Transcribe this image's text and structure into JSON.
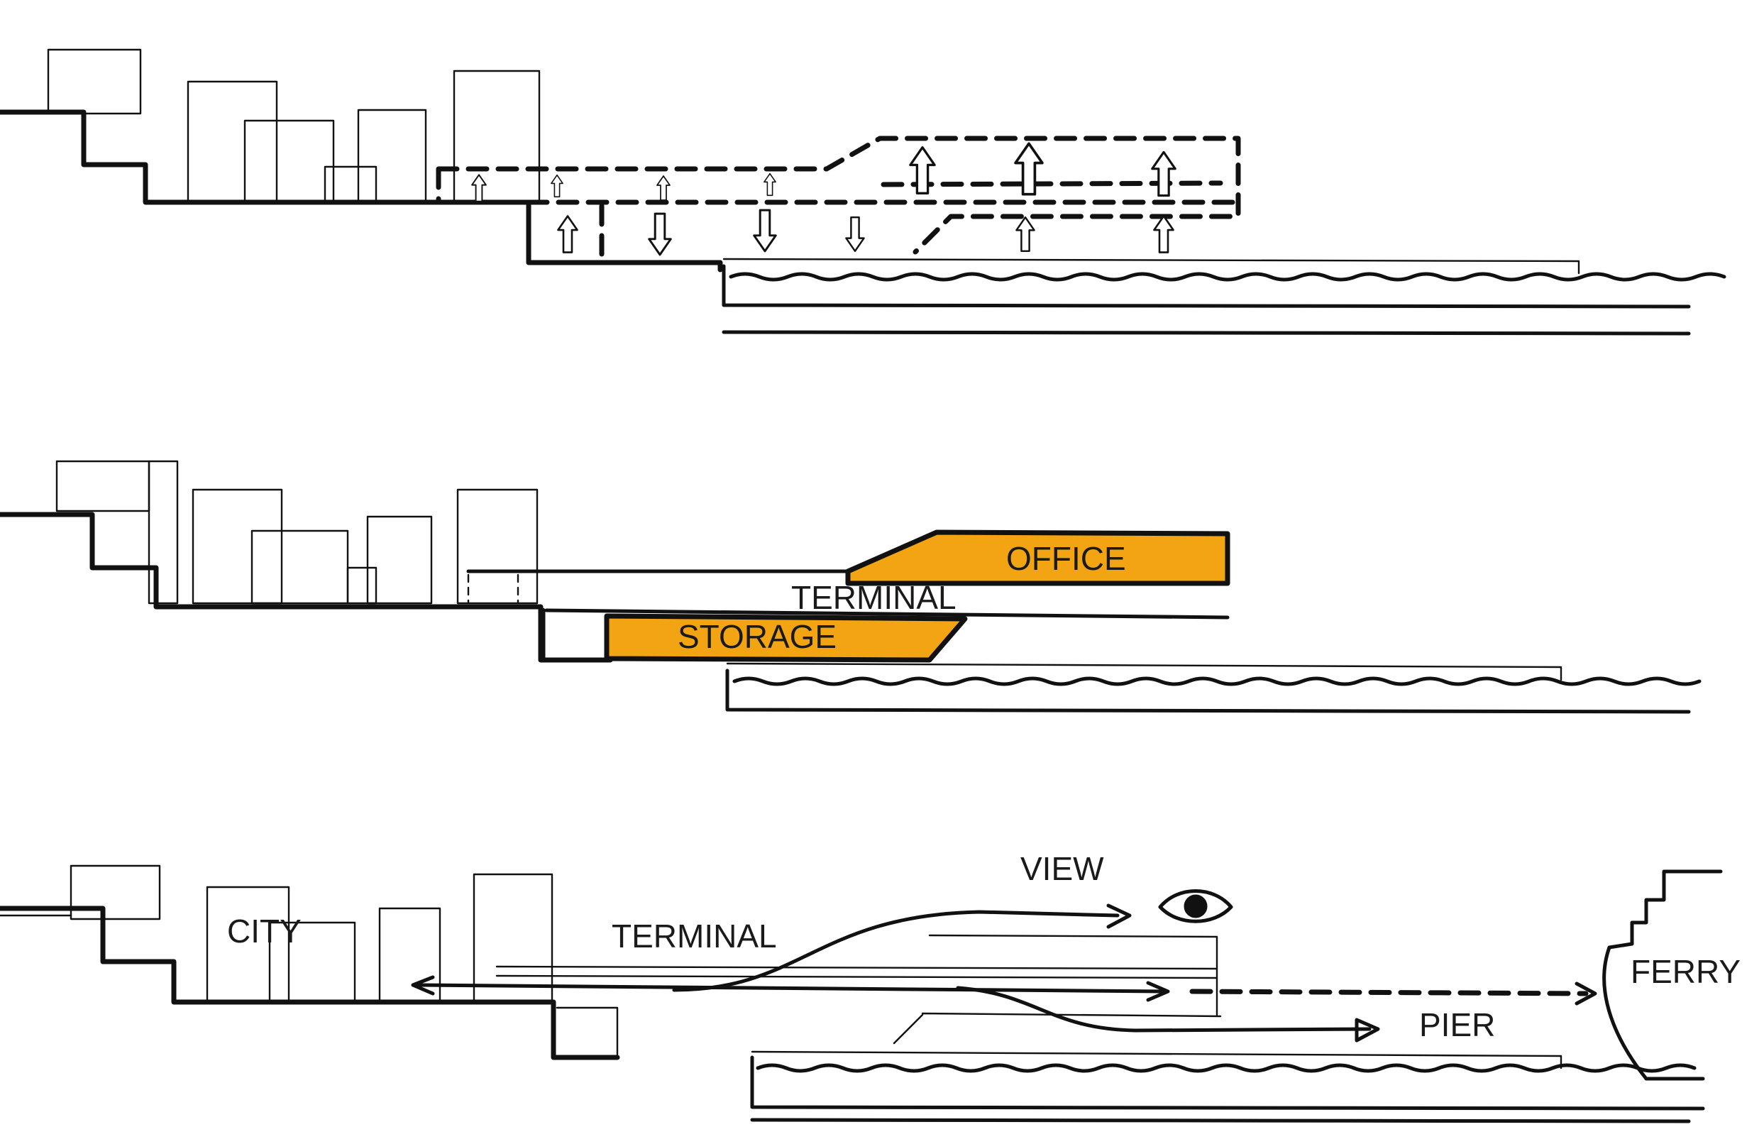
{
  "panel_middle": {
    "office_label": "OFFICE",
    "terminal_label": "TERMINAL",
    "storage_label": "STORAGE"
  },
  "panel_bottom": {
    "view_label": "VIEW",
    "city_label": "CITY",
    "terminal_label": "TERMINAL",
    "ferry_label": "FERRY",
    "pier_label": "PIER"
  },
  "colors": {
    "highlight": "#f2a413",
    "ink": "#111111"
  }
}
